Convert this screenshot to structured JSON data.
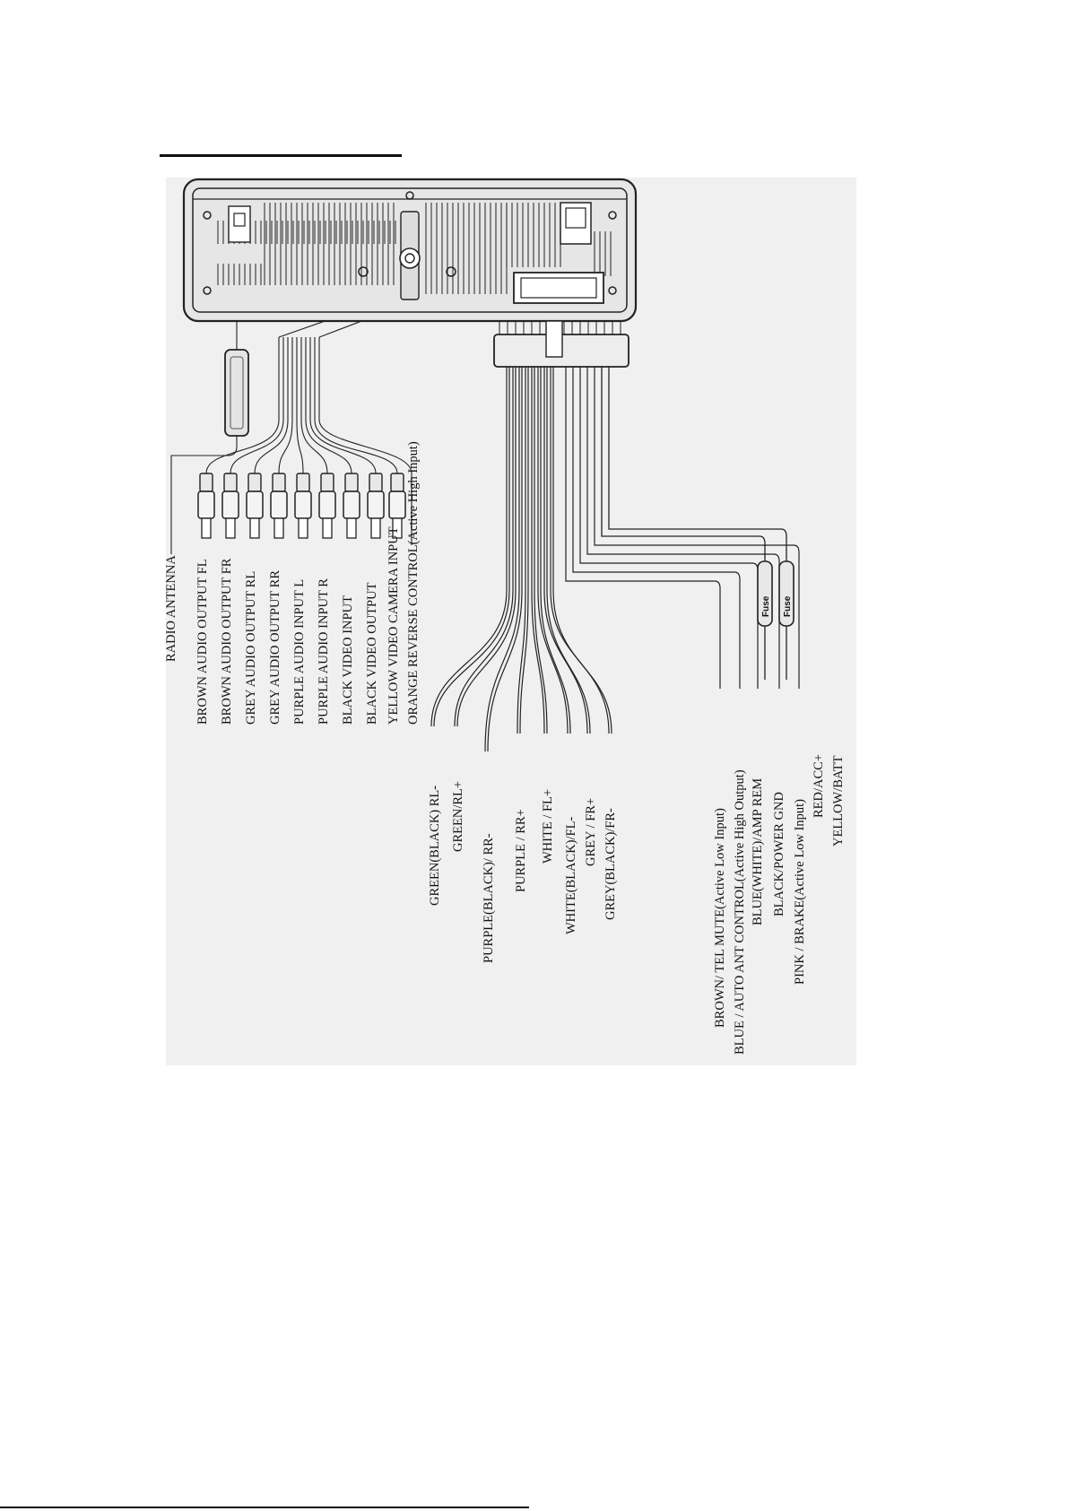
{
  "colors": {
    "line": "#222222",
    "panel": "#f0f0f0",
    "background": "#ffffff"
  },
  "rca_group": [
    "RADIO ANTENNA",
    "BROWN  AUDIO OUTPUT FL",
    "BROWN AUDIO OUTPUT FR",
    "GREY AUDIO OUTPUT RL",
    "GREY AUDIO OUTPUT RR",
    "PURPLE  AUDIO INPUT L",
    "PURPLE  AUDIO INPUT R",
    "BLACK  VIDEO INPUT",
    "BLACK VIDEO OUTPUT",
    "YELLOW VIDEO CAMERA INPUT",
    "ORANGE REVERSE CONTROL(Active High Input)"
  ],
  "speaker_group": [
    "GREEN(BLACK) RL-",
    "GREEN/RL+",
    "PURPLE(BLACK)/ RR-",
    "PURPLE / RR+",
    "WHITE / FL+",
    "WHITE(BLACK)/FL-",
    "GREY / FR+",
    "GREY(BLACK)/FR-"
  ],
  "power_group": [
    "BROWN/  TEL MUTE(Active Low Input)",
    "BLUE / AUTO ANT CONTROL(Active High Output)",
    "BLUE(WHITE)/AMP REM",
    "BLACK/POWER GND",
    "PINK / BRAKE(Active Low Input)",
    "RED/ACC+",
    "YELLOW/BATT"
  ],
  "fuse_label": "Fuse"
}
